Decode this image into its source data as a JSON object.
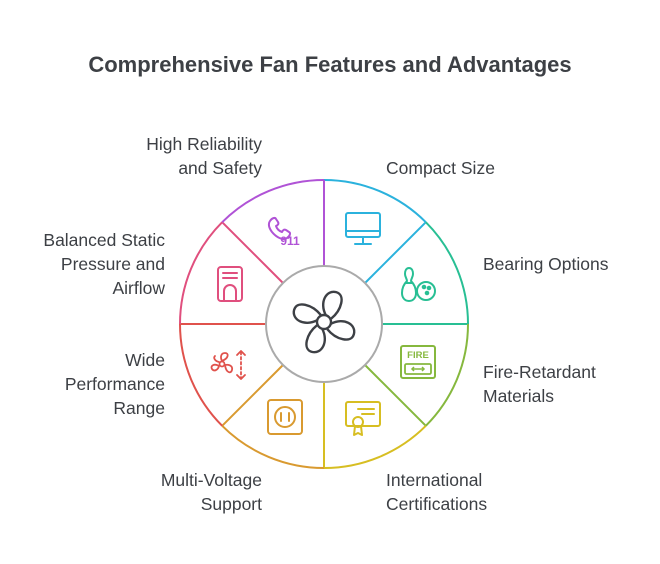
{
  "title": "Comprehensive Fan Features and Advantages",
  "center_icon": "fan-icon",
  "segments": [
    {
      "key": "compact",
      "lines": [
        "Compact Size"
      ],
      "color": "#2bb2dd",
      "icon": "monitor-icon"
    },
    {
      "key": "bearing",
      "lines": [
        "Bearing Options"
      ],
      "color": "#28bf94",
      "icon": "bowling-icon"
    },
    {
      "key": "fire",
      "lines": [
        "Fire-Retardant",
        "Materials"
      ],
      "color": "#86b83e",
      "icon": "fire-sign-icon",
      "icon_text": "FIRE"
    },
    {
      "key": "cert",
      "lines": [
        "International",
        "Certifications"
      ],
      "color": "#d7be22",
      "icon": "certificate-icon"
    },
    {
      "key": "voltage",
      "lines": [
        "Multi-Voltage",
        "Support"
      ],
      "color": "#d99a30",
      "icon": "power-outlet-icon"
    },
    {
      "key": "range",
      "lines": [
        "Wide",
        "Performance",
        "Range"
      ],
      "color": "#e0524c",
      "icon": "fan-range-icon"
    },
    {
      "key": "balanced",
      "lines": [
        "Balanced Static",
        "Pressure and",
        "Airflow"
      ],
      "color": "#e04f7e",
      "icon": "air-filter-icon"
    },
    {
      "key": "reliability",
      "lines": [
        "High Reliability",
        "and Safety"
      ],
      "color": "#b053d6",
      "icon": "emergency-phone-icon",
      "icon_text": "911"
    }
  ]
}
